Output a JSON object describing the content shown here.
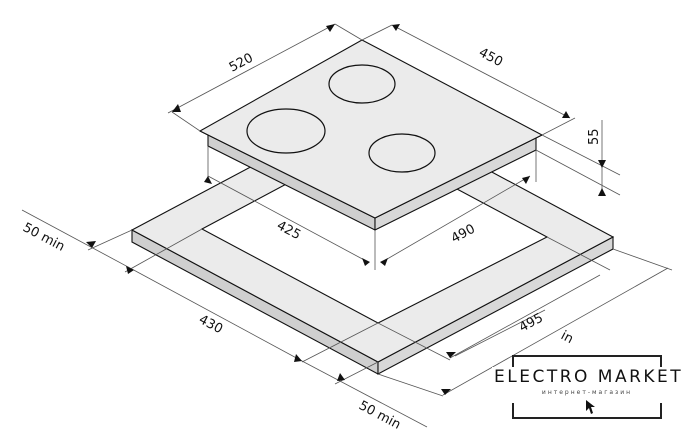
{
  "dimensions": {
    "hob_depth": "520",
    "hob_width": "450",
    "hob_height": "55",
    "cutout_depth": "425",
    "cutout_width": "490",
    "clearance_left": "50 min",
    "counter_depth": "430",
    "counter_width": "495",
    "clearance_front": "50 min",
    "clearance_right_partial": "in"
  },
  "logo": {
    "title": "ELECTRO MARKET",
    "subtitle": "интернет-магазин"
  },
  "colors": {
    "surface": "#ebebeb",
    "side": "#cfcfcf"
  }
}
